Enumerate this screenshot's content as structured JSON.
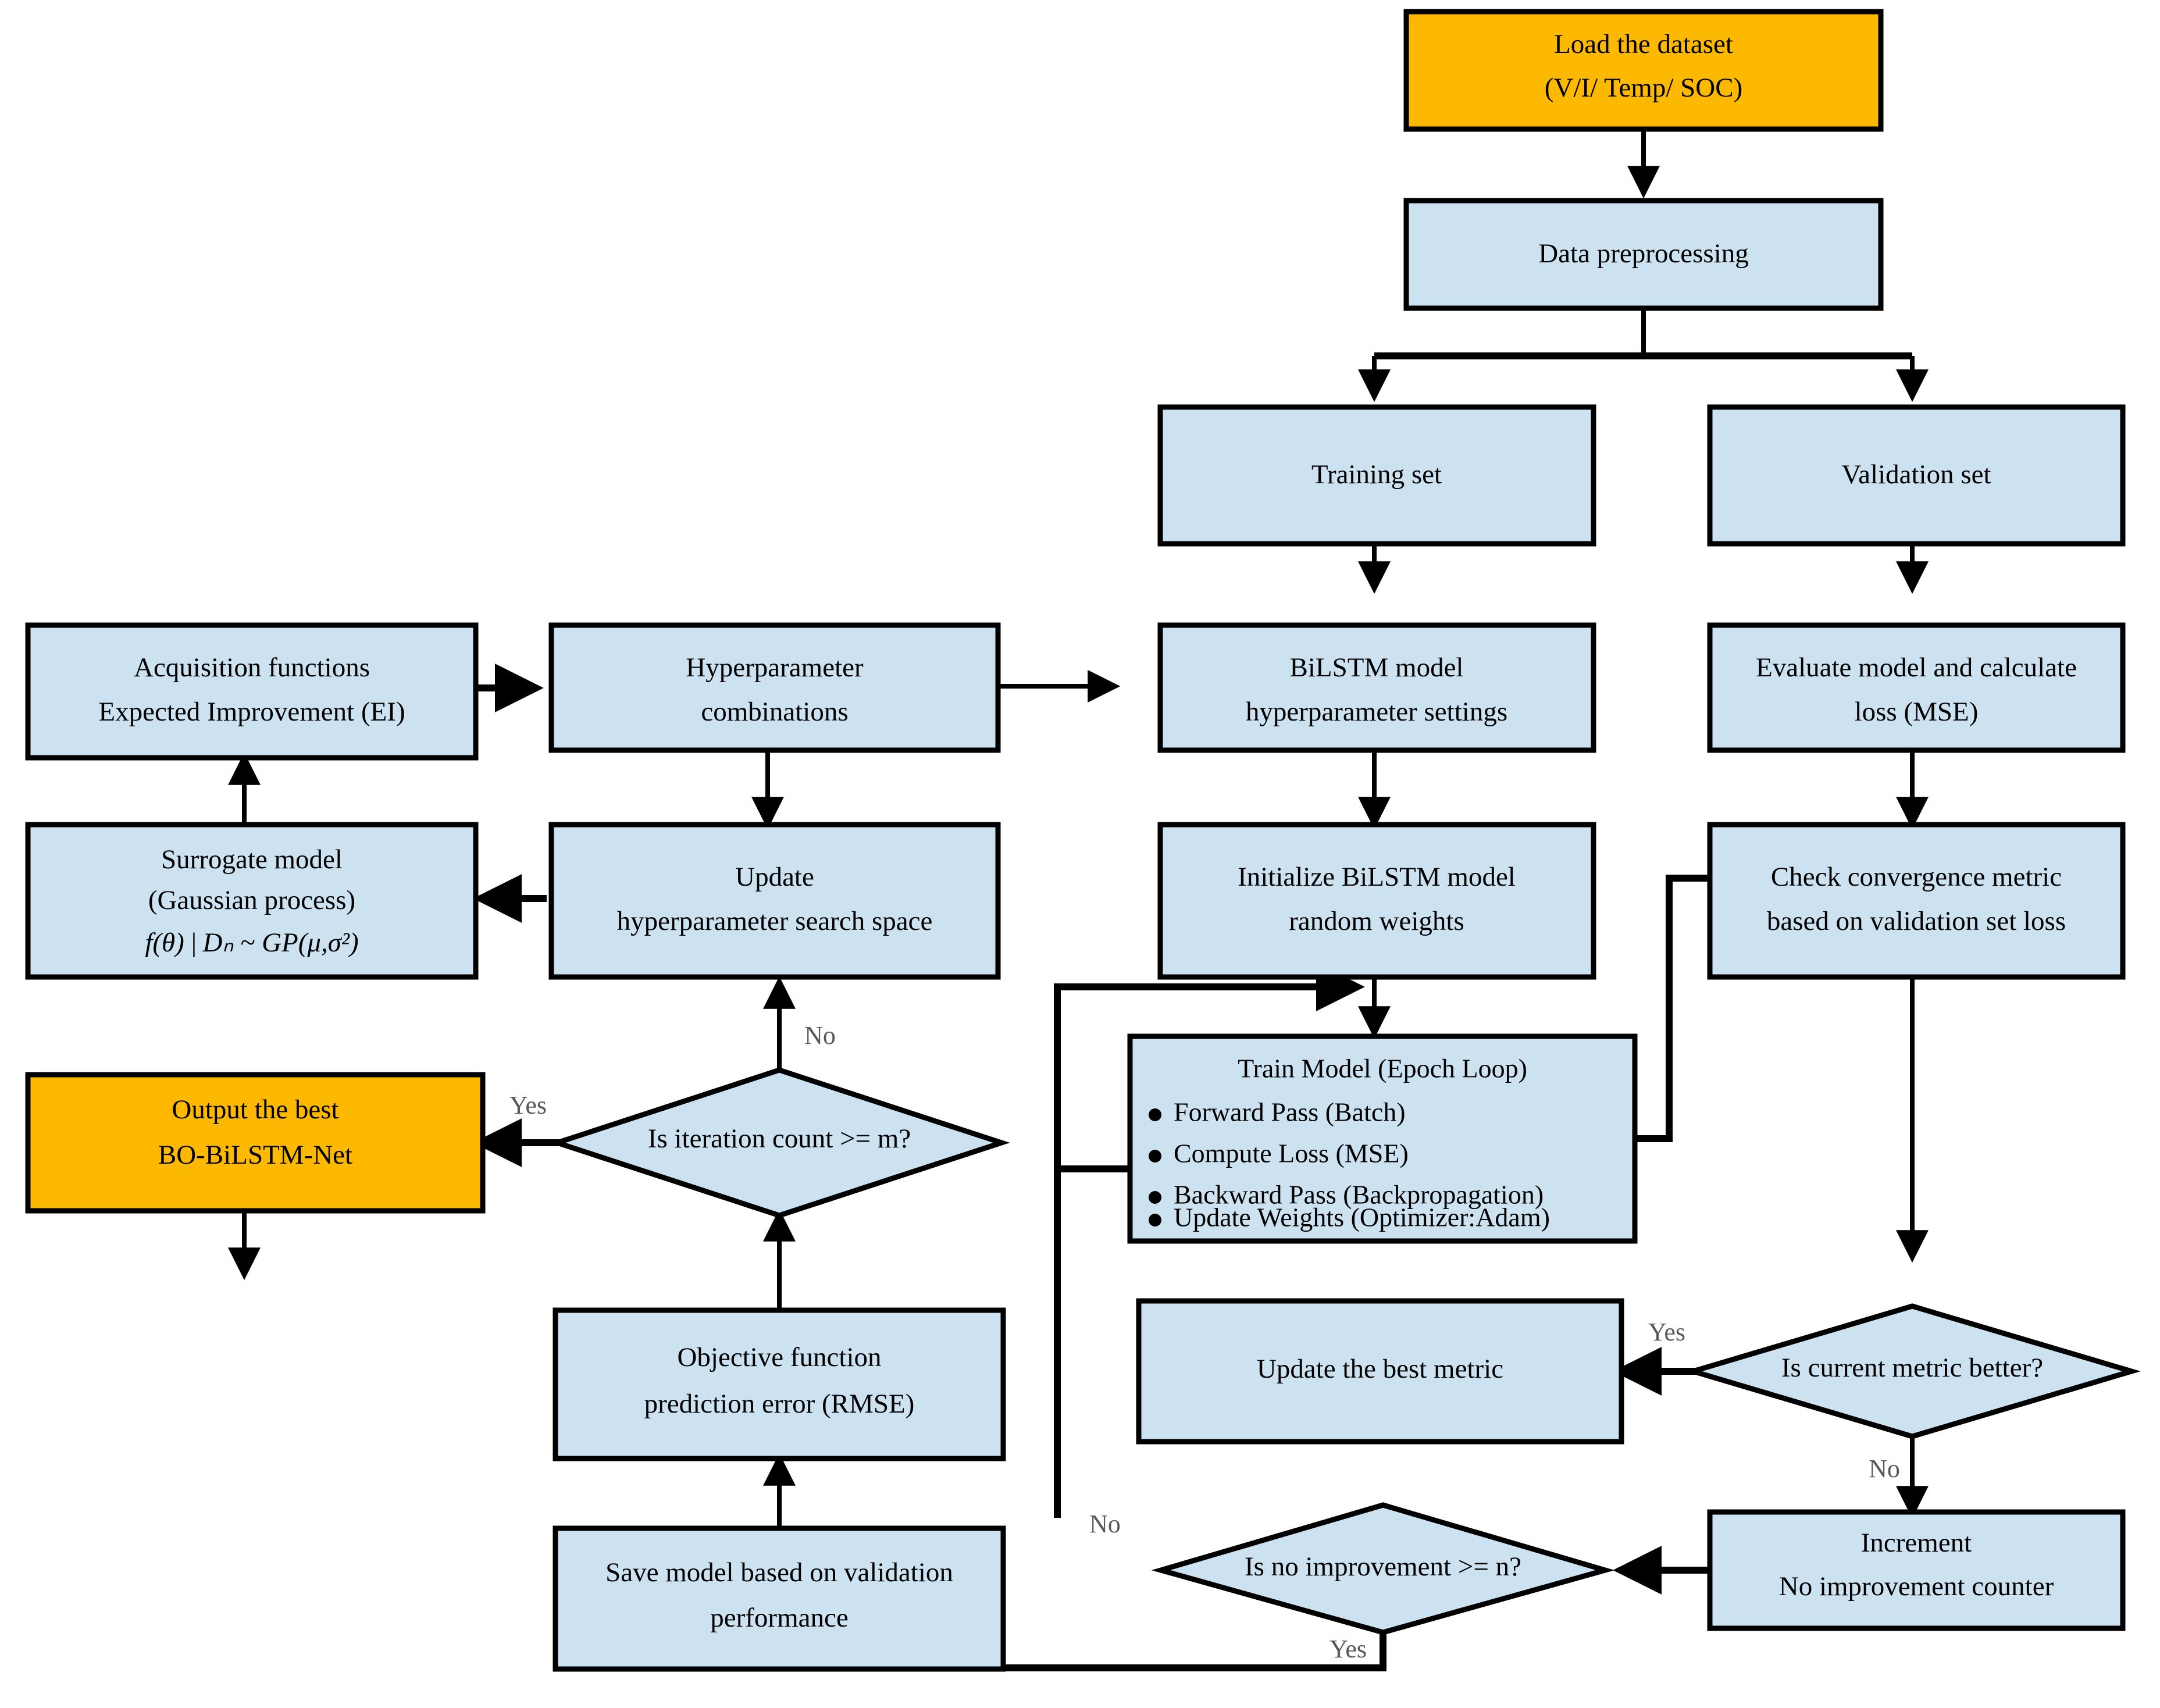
{
  "colors": {
    "process_fill": "#cce2f0",
    "terminal_fill": "#fcb900",
    "stroke": "#000000",
    "label_text": "#59595c",
    "background": "#ffffff"
  },
  "nodes": {
    "load_dataset": {
      "line1": "Load the dataset",
      "line2": "(V/I/ Temp/ SOC)"
    },
    "data_preprocessing": {
      "line1": "Data preprocessing"
    },
    "training_set": {
      "line1": "Training set"
    },
    "validation_set": {
      "line1": "Validation set"
    },
    "acquisition_functions": {
      "line1": "Acquisition functions",
      "line2": "Expected Improvement (EI)"
    },
    "hyperparameter_combinations": {
      "line1": "Hyperparameter",
      "line2": "combinations"
    },
    "bilstm_hyperparameter_settings": {
      "line1": "BiLSTM model",
      "line2": "hyperparameter settings"
    },
    "evaluate_model": {
      "line1": "Evaluate model and calculate",
      "line2": "loss (MSE)"
    },
    "surrogate_model": {
      "line1": "Surrogate model",
      "line2": "(Gaussian process)",
      "formula": "f(θ) | Dₙ ~ GP(μ,σ²)"
    },
    "update_search_space": {
      "line1": "Update",
      "line2": "hyperparameter search space"
    },
    "initialize_bilstm": {
      "line1": "Initialize BiLSTM model",
      "line2": "random weights"
    },
    "check_convergence": {
      "line1": "Check convergence metric",
      "line2": "based on validation set loss"
    },
    "output_best": {
      "line1": "Output the best",
      "line2": "BO-BiLSTM-Net"
    },
    "iteration_count_decision": {
      "line1": "Is iteration count >= m?"
    },
    "train_model": {
      "title": "Train Model (Epoch Loop)",
      "bullets": [
        "Forward Pass (Batch)",
        "Compute Loss (MSE)",
        "Backward Pass (Backpropagation)",
        "Update Weights (Optimizer:Adam)"
      ]
    },
    "objective_function": {
      "line1": "Objective function",
      "line2": "prediction error (RMSE)"
    },
    "update_best_metric": {
      "line1": "Update the best metric"
    },
    "current_metric_decision": {
      "line1": "Is current metric better?"
    },
    "save_model": {
      "line1": "Save  model based on validation",
      "line2": "performance"
    },
    "no_improvement_decision": {
      "line1": "Is no improvement >= n?"
    },
    "increment_counter": {
      "line1": "Increment",
      "line2": "No improvement counter"
    }
  },
  "edge_labels": {
    "iteration_no": "No",
    "iteration_yes": "Yes",
    "metric_yes": "Yes",
    "metric_no": "No",
    "improvement_no": "No",
    "improvement_yes": "Yes"
  }
}
